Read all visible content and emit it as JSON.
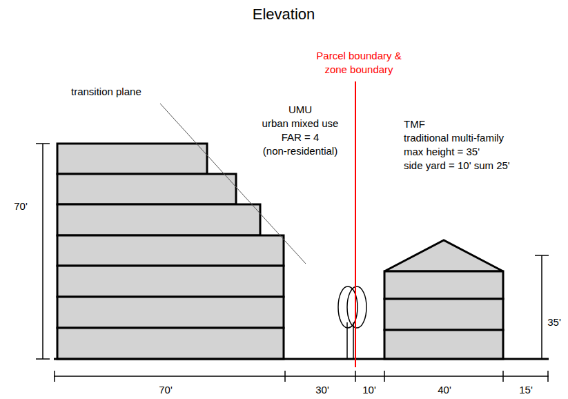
{
  "diagram": {
    "title": "Elevation",
    "labels": [
      "transition plane",
      "UMU",
      "urban mixed use",
      "FAR = 4",
      "(non-residential)",
      "Parcel boundary &",
      "zone boundary",
      "TMF",
      "traditional multi-family",
      "max height = 35'",
      "side yard = 10' sum 25'",
      "70'",
      "35'",
      "70'",
      "30'",
      "10'",
      "40'",
      "15'"
    ]
  }
}
